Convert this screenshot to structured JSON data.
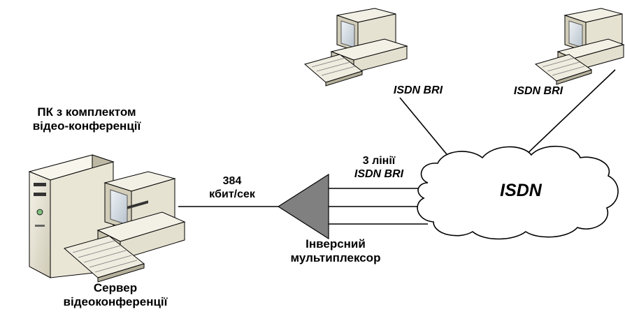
{
  "labels": {
    "pc_kit_line1": "ПК з комплектом",
    "pc_kit_line2": "відео-конференції",
    "server_line1": "Сервер",
    "server_line2": "відеоконференції",
    "speed_line1": "384",
    "speed_line2": "кбит/сек",
    "lines_line1": "3 лінії",
    "lines_line2": "ISDN BRI",
    "bri_left": "ISDN BRI",
    "bri_right": "ISDN BRI",
    "isdn": "ISDN",
    "mux_line1": "Інверсний",
    "mux_line2": "мультиплексор"
  },
  "colors": {
    "line": "#000000",
    "mux_fill": "#808080",
    "cloud_fill": "#ffffff",
    "pc_beige": "#ece9d8",
    "pc_shadow": "#b9b5a3",
    "screen": "#d7dde4"
  },
  "icons": {
    "server": "desktop-tower-pc-icon",
    "client_left": "desktop-pc-icon",
    "client_right": "desktop-pc-icon",
    "mux": "inverse-multiplexer-triangle-icon",
    "cloud": "isdn-cloud-icon"
  }
}
